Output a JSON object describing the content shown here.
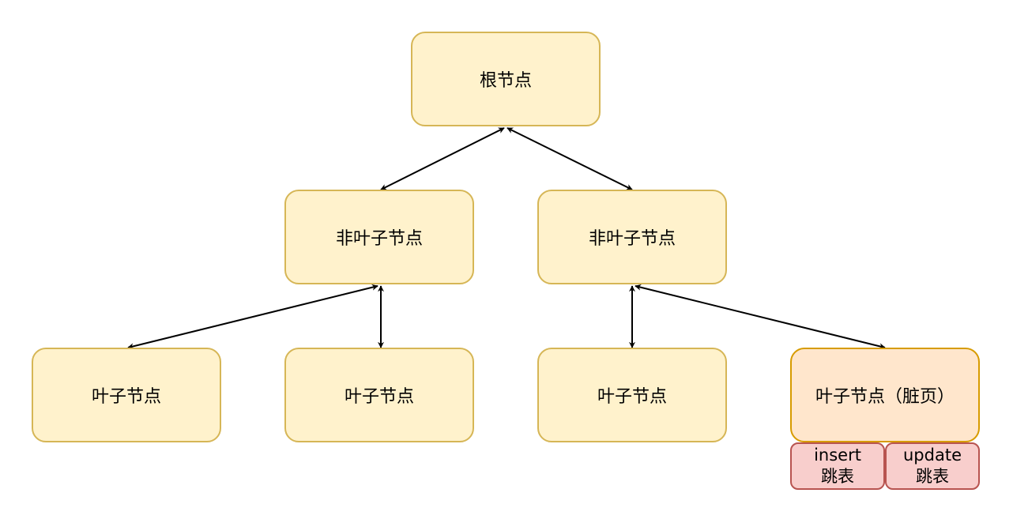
{
  "nodes": {
    "root": {
      "label": "根节点"
    },
    "internal_left": {
      "label": "非叶子节点"
    },
    "internal_right": {
      "label": "非叶子节点"
    },
    "leaf_1": {
      "label": "叶子节点"
    },
    "leaf_2": {
      "label": "叶子节点"
    },
    "leaf_3": {
      "label": "叶子节点"
    },
    "leaf_4": {
      "label": "叶子节点（脏页）"
    }
  },
  "tags": {
    "insert": {
      "line1": "insert",
      "line2": "跳表"
    },
    "update": {
      "line1": "update",
      "line2": "跳表"
    }
  },
  "colors": {
    "node_fill": "#fff2cc",
    "node_border": "#d6b656",
    "dirty_fill": "#ffe6cc",
    "dirty_border": "#d79b00",
    "tag_fill": "#f8cecc",
    "tag_border": "#b85450",
    "arrow": "#000000"
  },
  "edges": [
    {
      "from": "root",
      "to": "internal_left",
      "direction": "both"
    },
    {
      "from": "root",
      "to": "internal_right",
      "direction": "both"
    },
    {
      "from": "internal_left",
      "to": "leaf_1",
      "direction": "both"
    },
    {
      "from": "internal_left",
      "to": "leaf_2",
      "direction": "both"
    },
    {
      "from": "internal_right",
      "to": "leaf_3",
      "direction": "both"
    },
    {
      "from": "internal_right",
      "to": "leaf_4",
      "direction": "both"
    }
  ]
}
